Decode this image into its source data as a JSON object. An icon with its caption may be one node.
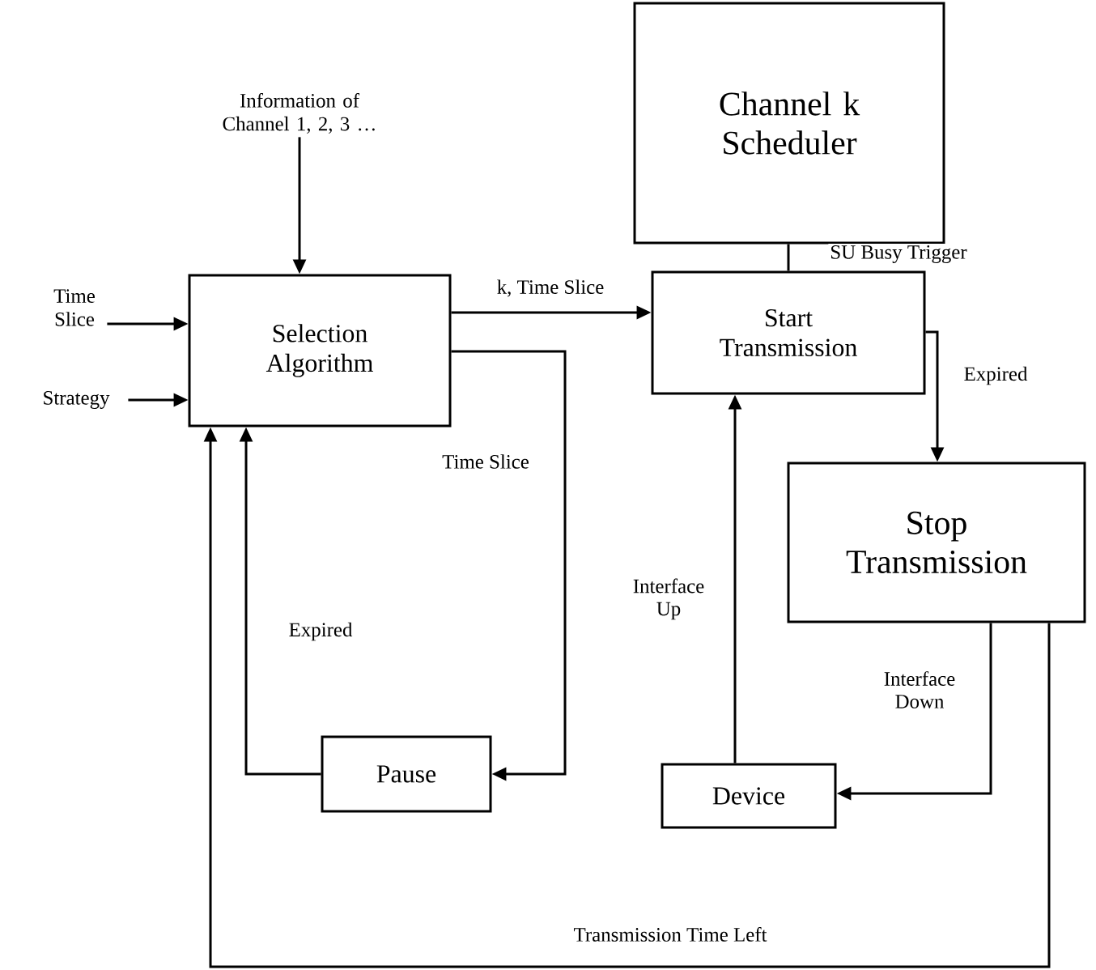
{
  "diagram": {
    "nodes": [
      {
        "text": [
          "Information of Channel 1, 2, 3 …"
        ]
      },
      {
        "text": [
          "Time Slice"
        ]
      },
      {
        "text": [
          "Strategy"
        ]
      },
      {
        "text": [
          "Selection Algorithm"
        ]
      },
      {
        "text": [
          "Channel k Scheduler"
        ]
      },
      {
        "text": [
          "Start Transmission"
        ]
      },
      {
        "text": [
          "Stop Transmission"
        ]
      },
      {
        "text": [
          "Pause"
        ]
      },
      {
        "text": [
          "Device"
        ]
      }
    ],
    "edges": [
      {
        "from": 0,
        "to": 3,
        "arrow": "to"
      },
      {
        "from": 1,
        "to": 3,
        "arrow": "to"
      },
      {
        "from": 2,
        "to": 3,
        "arrow": "to"
      },
      {
        "from": 3,
        "to": 5,
        "arrow": "to",
        "label": "k, Time Slice"
      },
      {
        "from": 5,
        "to": 4,
        "arrow": "none",
        "label": "SU Busy Trigger"
      },
      {
        "from": 5,
        "to": 6,
        "arrow": "to",
        "label": "Expired"
      },
      {
        "from": 3,
        "to": 7,
        "arrow": "to",
        "label": "Time Slice"
      },
      {
        "from": 7,
        "to": 3,
        "arrow": "to",
        "label": "Expired"
      },
      {
        "from": 6,
        "to": 8,
        "arrow": "to",
        "label": "Interface Down"
      },
      {
        "from": 8,
        "to": 5,
        "arrow": "to",
        "label": "Interface Up"
      },
      {
        "from": 6,
        "to": 3,
        "arrow": "to",
        "label": "Transmission Time Left"
      }
    ]
  }
}
